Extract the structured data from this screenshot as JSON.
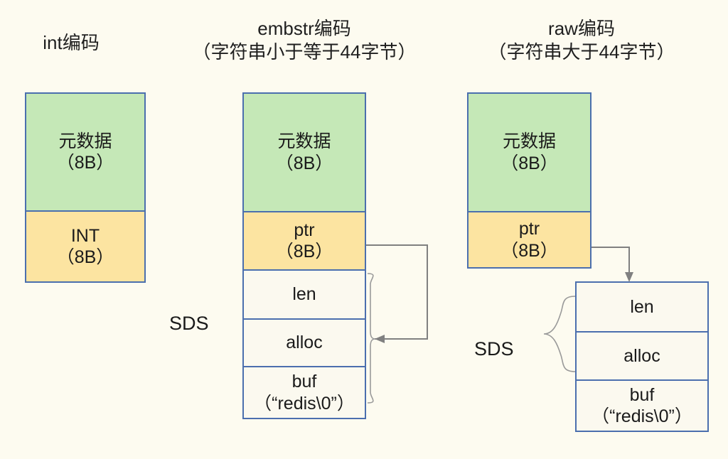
{
  "diagram": {
    "title_int": "int编码",
    "columns": [
      {
        "id": "int",
        "heading": "int编码",
        "heading_sub": "",
        "cells": [
          {
            "name": "metadata",
            "line1": "元数据",
            "line2": "（8B）",
            "fill": "green"
          },
          {
            "name": "int-value",
            "line1": "INT",
            "line2": "（8B）",
            "fill": "yellow"
          }
        ]
      },
      {
        "id": "embstr",
        "heading": "embstr编码",
        "heading_sub": "（字符串小于等于44字节）",
        "cells": [
          {
            "name": "metadata",
            "line1": "元数据",
            "line2": "（8B）",
            "fill": "green"
          },
          {
            "name": "ptr",
            "line1": "ptr",
            "line2": "（8B）",
            "fill": "yellow"
          },
          {
            "name": "len",
            "line1": "len",
            "line2": "",
            "fill": "plain"
          },
          {
            "name": "alloc",
            "line1": "alloc",
            "line2": "",
            "fill": "plain"
          },
          {
            "name": "buf",
            "line1": "buf",
            "line2": "（“redis\\0”）",
            "fill": "plain"
          }
        ],
        "sds_label": "SDS"
      },
      {
        "id": "raw",
        "heading": "raw编码",
        "heading_sub": "（字符串大于44字节）",
        "cells": [
          {
            "name": "metadata",
            "line1": "元数据",
            "line2": "（8B）",
            "fill": "green"
          },
          {
            "name": "ptr",
            "line1": "ptr",
            "line2": "（8B）",
            "fill": "yellow"
          }
        ],
        "sds_cells": [
          {
            "name": "len",
            "line1": "len",
            "line2": "",
            "fill": "plain"
          },
          {
            "name": "alloc",
            "line1": "alloc",
            "line2": "",
            "fill": "plain"
          },
          {
            "name": "buf",
            "line1": "buf",
            "line2": "（“redis\\0”）",
            "fill": "plain"
          }
        ],
        "sds_label": "SDS"
      }
    ],
    "colors": {
      "background": "#fdfbf0",
      "metadata_fill": "#c5e8b7",
      "pointer_fill": "#fce4a1",
      "plain_fill": "#fbf9ef",
      "box_border": "#4b6fae",
      "connector": "#808080",
      "text": "#1a1a1a"
    }
  }
}
